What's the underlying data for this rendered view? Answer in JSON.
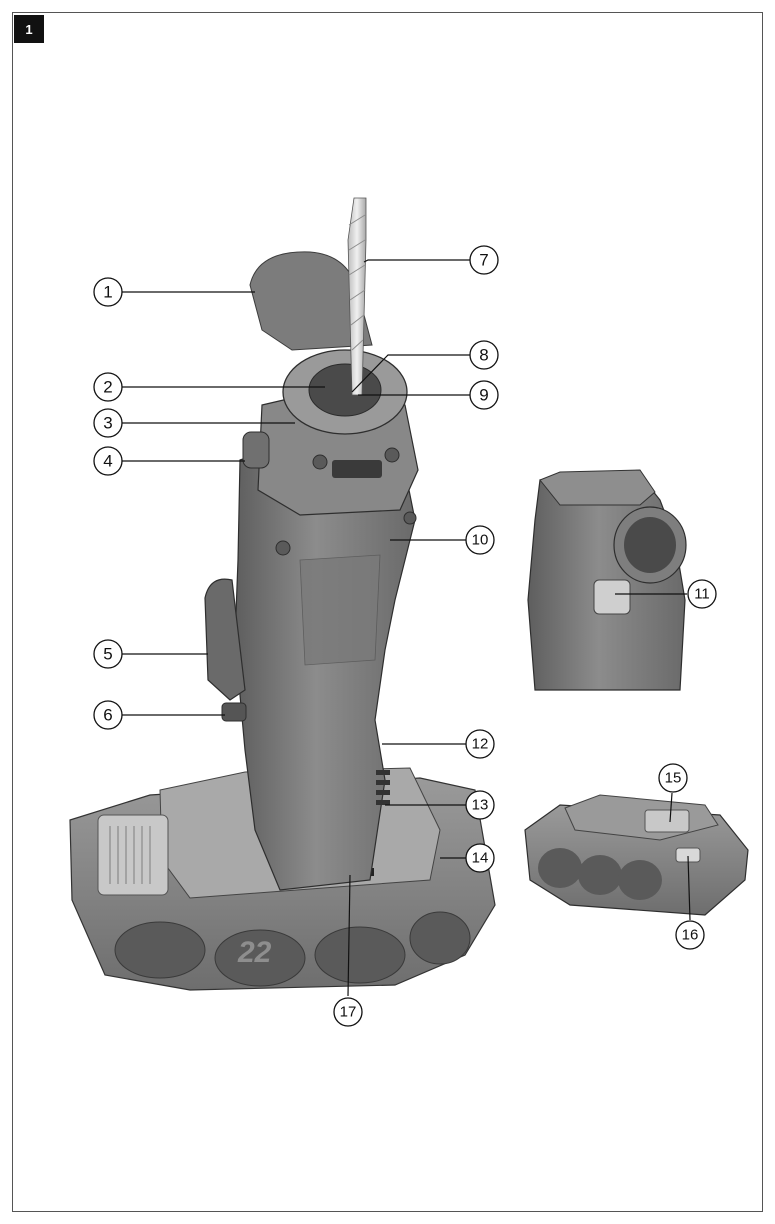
{
  "figure": {
    "number": "1"
  },
  "colors": {
    "body_dark": "#6e6e6e",
    "body_mid": "#8a8a8a",
    "body_light": "#a6a6a6",
    "accent_light": "#cfcfcf",
    "line": "#111111"
  },
  "callouts": [
    {
      "id": "1",
      "label": "1"
    },
    {
      "id": "2",
      "label": "2"
    },
    {
      "id": "3",
      "label": "3"
    },
    {
      "id": "4",
      "label": "4"
    },
    {
      "id": "5",
      "label": "5"
    },
    {
      "id": "6",
      "label": "6"
    },
    {
      "id": "7",
      "label": "7"
    },
    {
      "id": "8",
      "label": "8"
    },
    {
      "id": "9",
      "label": "9"
    },
    {
      "id": "10",
      "label": "10"
    },
    {
      "id": "11",
      "label": "11"
    },
    {
      "id": "12",
      "label": "12"
    },
    {
      "id": "13",
      "label": "13"
    },
    {
      "id": "14",
      "label": "14"
    },
    {
      "id": "15",
      "label": "15"
    },
    {
      "id": "16",
      "label": "16"
    },
    {
      "id": "17",
      "label": "17"
    }
  ],
  "battery_marking": "22"
}
